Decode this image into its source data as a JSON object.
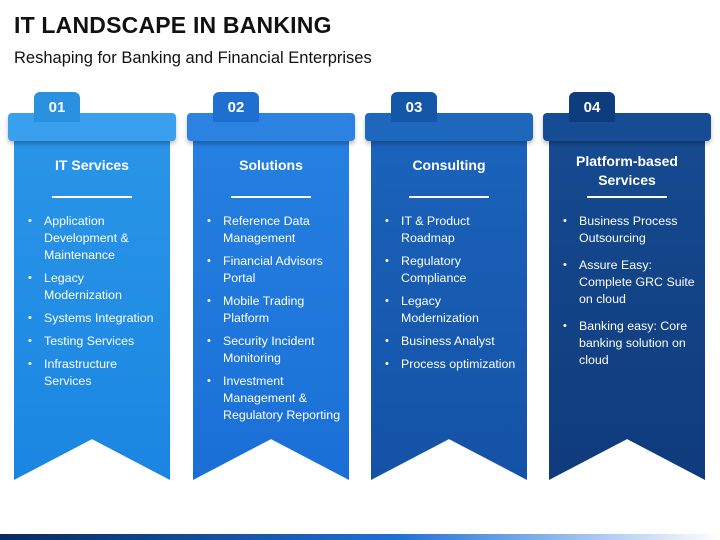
{
  "header": {
    "title": "IT LANDSCAPE IN BANKING",
    "subtitle": "Reshaping for Banking and Financial Enterprises"
  },
  "cards": [
    {
      "number": "01",
      "heading": "IT Services",
      "colors": {
        "tab": "#2a90e0",
        "bar": "#3aa0ee",
        "top": "#2a95e6",
        "bottom": "#1a86e2"
      },
      "items": [
        "Application Development & Maintenance",
        "Legacy Modernization",
        "Systems Integration",
        "Testing Services",
        "Infrastructure Services"
      ]
    },
    {
      "number": "02",
      "heading": "Solutions",
      "colors": {
        "tab": "#1e6fd0",
        "bar": "#2c82e0",
        "top": "#2580e0",
        "bottom": "#1a6fd6"
      },
      "items": [
        "Reference Data Management",
        "Financial Advisors Portal",
        "Mobile Trading Platform",
        "Security Incident Monitoring",
        "Investment Management & Regulatory Reporting"
      ]
    },
    {
      "number": "03",
      "heading": "Consulting",
      "colors": {
        "tab": "#1457a8",
        "bar": "#1d68bd",
        "top": "#1b63bb",
        "bottom": "#1452a6"
      },
      "items": [
        "IT & Product Roadmap",
        "Regulatory Compliance",
        "Legacy Modernization",
        "Business Analyst",
        "Process optimization"
      ]
    },
    {
      "number": "04",
      "heading": "Platform-based Services",
      "colors": {
        "tab": "#0e3d7e",
        "bar": "#164c93",
        "top": "#164a90",
        "bottom": "#0f3b7c"
      },
      "items": [
        "Business Process Outsourcing",
        "Assure Easy: Complete GRC Suite on cloud",
        "Banking easy: Core banking solution on cloud"
      ]
    }
  ]
}
